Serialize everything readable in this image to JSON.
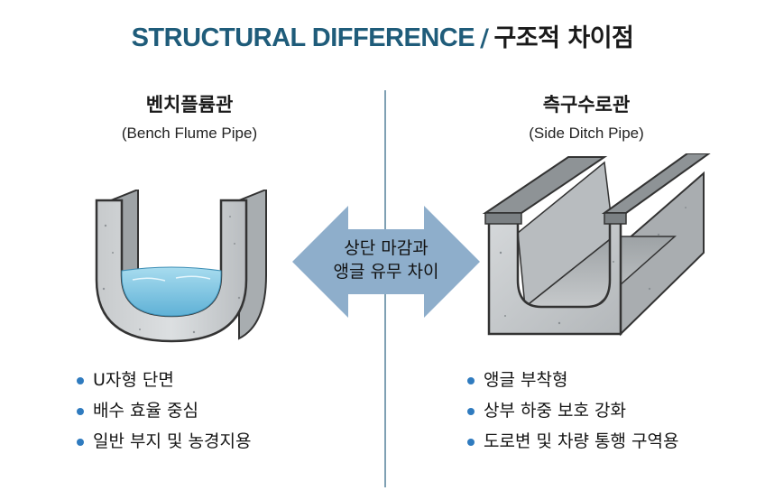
{
  "title": {
    "en": "STRUCTURAL DIFFERENCE",
    "separator": "/",
    "ko": "구조적 차이점"
  },
  "left": {
    "name_ko": "벤치플륨관",
    "name_en": "(Bench Flume Pipe)",
    "bullets": [
      "U자형 단면",
      "배수 효율 중심",
      "일반 부지 및 농경지용"
    ]
  },
  "center": {
    "line1": "상단 마감과",
    "line2": "앵글 유무 차이"
  },
  "right": {
    "name_ko": "측구수로관",
    "name_en": "(Side Ditch Pipe)",
    "bullets": [
      "앵글 부착형",
      "상부 하중 보호 강화",
      "도로변 및 차량 통행 구역용"
    ]
  },
  "colors": {
    "title_en": "#1f5c7a",
    "divider": "#7fa0b3",
    "arrow": "#8eaecb",
    "bullet_dot": "#2f7bbf",
    "water": "#7fc3e0",
    "concrete": "#cfd2d4"
  }
}
